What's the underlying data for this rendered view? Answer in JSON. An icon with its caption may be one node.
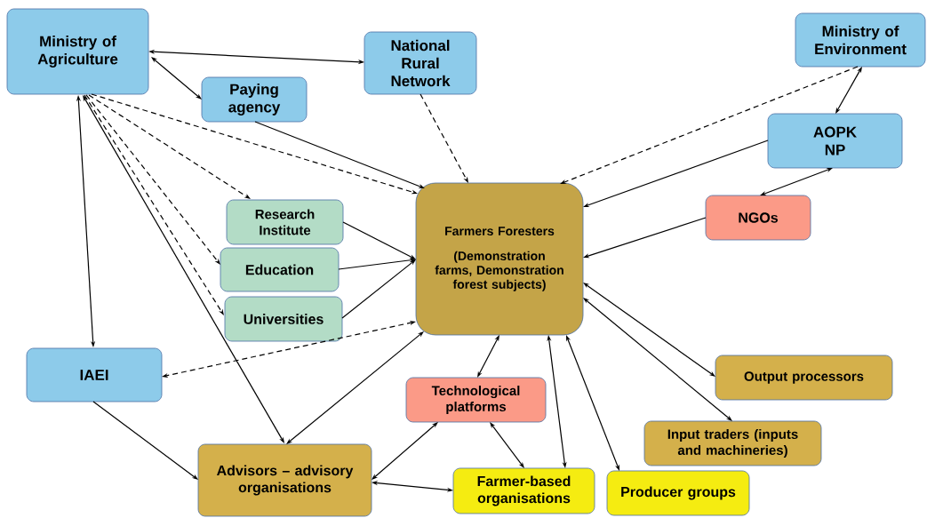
{
  "diagram": {
    "nodes": [
      {
        "text": [
          "Ministry of Agriculture"
        ]
      },
      {
        "text": [
          "National Rural Network"
        ]
      },
      {
        "text": [
          "Paying agency"
        ]
      },
      {
        "text": [
          "Ministry of Environment"
        ]
      },
      {
        "text": [
          "AOPK NP"
        ]
      },
      {
        "text": [
          "NGOs"
        ]
      },
      {
        "text": [
          "Farmers Foresters",
          "(Demonstration farms, Demonstration forest subjects)"
        ]
      },
      {
        "text": [
          "Research Institute"
        ]
      },
      {
        "text": [
          "Education"
        ]
      },
      {
        "text": [
          "Universities"
        ]
      },
      {
        "text": [
          "IAEI"
        ]
      },
      {
        "text": [
          "Technological platforms"
        ]
      },
      {
        "text": [
          "Output processors"
        ]
      },
      {
        "text": [
          "Advisors – advisory organisations"
        ]
      },
      {
        "text": [
          "Input traders (inputs and machineries)"
        ]
      },
      {
        "text": [
          "Farmer-based organisations"
        ]
      },
      {
        "text": [
          "Producer groups"
        ]
      }
    ],
    "edges": [
      {
        "from": 0,
        "to": 1,
        "arrow": "both"
      },
      {
        "from": 0,
        "to": 2,
        "arrow": "both"
      },
      {
        "from": 0,
        "to": 6,
        "arrow": "to",
        "style": "dashed"
      },
      {
        "from": 0,
        "to": 7,
        "arrow": "to",
        "style": "dashed"
      },
      {
        "from": 0,
        "to": 8,
        "arrow": "to",
        "style": "dashed"
      },
      {
        "from": 0,
        "to": 9,
        "arrow": "to",
        "style": "dashed"
      },
      {
        "from": 0,
        "to": 10,
        "arrow": "both"
      },
      {
        "from": 0,
        "to": 13,
        "arrow": "both"
      },
      {
        "from": 2,
        "to": 6,
        "arrow": "to"
      },
      {
        "from": 1,
        "to": 6,
        "arrow": "to",
        "style": "dashed"
      },
      {
        "from": 3,
        "to": 6,
        "arrow": "to",
        "style": "dashed"
      },
      {
        "from": 4,
        "to": 3,
        "arrow": "both"
      },
      {
        "from": 4,
        "to": 6,
        "arrow": "to"
      },
      {
        "from": 4,
        "to": 5,
        "arrow": "both"
      },
      {
        "from": 5,
        "to": 6,
        "arrow": "to"
      },
      {
        "from": 7,
        "to": 6,
        "arrow": "to"
      },
      {
        "from": 8,
        "to": 6,
        "arrow": "to"
      },
      {
        "from": 9,
        "to": 6,
        "arrow": "to"
      },
      {
        "from": 6,
        "to": 10,
        "arrow": "both",
        "style": "dashed"
      },
      {
        "from": 6,
        "to": 13,
        "arrow": "both"
      },
      {
        "from": 10,
        "to": 13,
        "arrow": "to"
      },
      {
        "from": 6,
        "to": 11,
        "arrow": "both"
      },
      {
        "from": 6,
        "to": 15,
        "arrow": "both"
      },
      {
        "from": 6,
        "to": 16,
        "arrow": "both"
      },
      {
        "from": 6,
        "to": 12,
        "arrow": "both"
      },
      {
        "from": 6,
        "to": 14,
        "arrow": "both"
      },
      {
        "from": 13,
        "to": 11,
        "arrow": "both"
      },
      {
        "from": 13,
        "to": 15,
        "arrow": "both"
      },
      {
        "from": 11,
        "to": 15,
        "arrow": "both"
      }
    ]
  }
}
